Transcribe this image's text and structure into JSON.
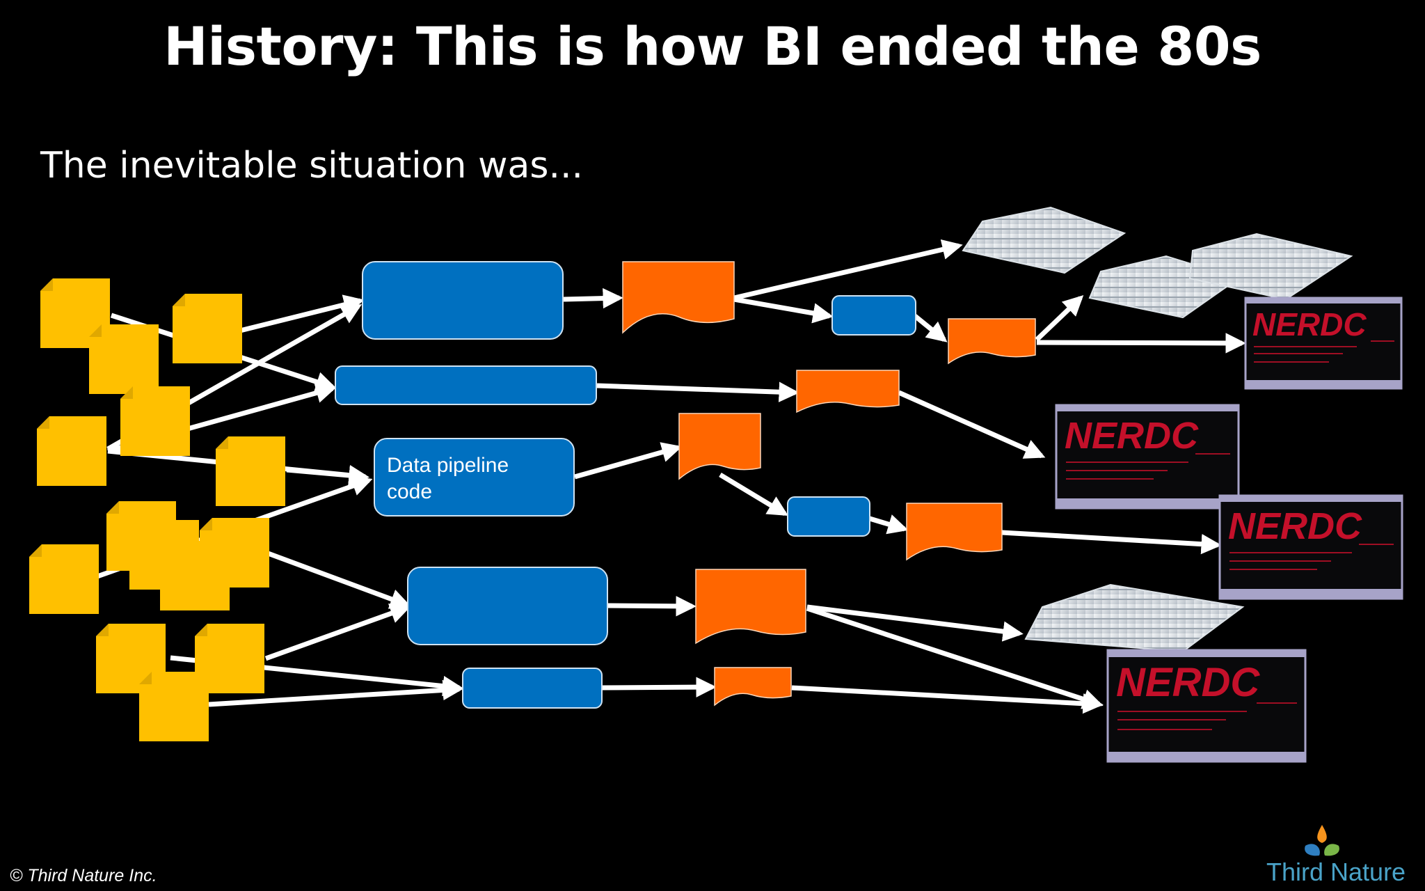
{
  "slide": {
    "title": "History: This is how BI ended the 80s",
    "subtitle": "The inevitable situation was...",
    "footer": "© Third Nature Inc.",
    "brand": "Third Nature"
  },
  "diagram": {
    "pipeline_label_line1": "Data pipeline",
    "pipeline_label_line2": "code",
    "screen_brand": "NERDC"
  },
  "colors": {
    "background": "#000000",
    "source_file": "#ffc000",
    "pipeline_box": "#0070c0",
    "output_doc": "#ff6600",
    "arrow": "#ffffff",
    "screen_text": "#c4102a"
  }
}
